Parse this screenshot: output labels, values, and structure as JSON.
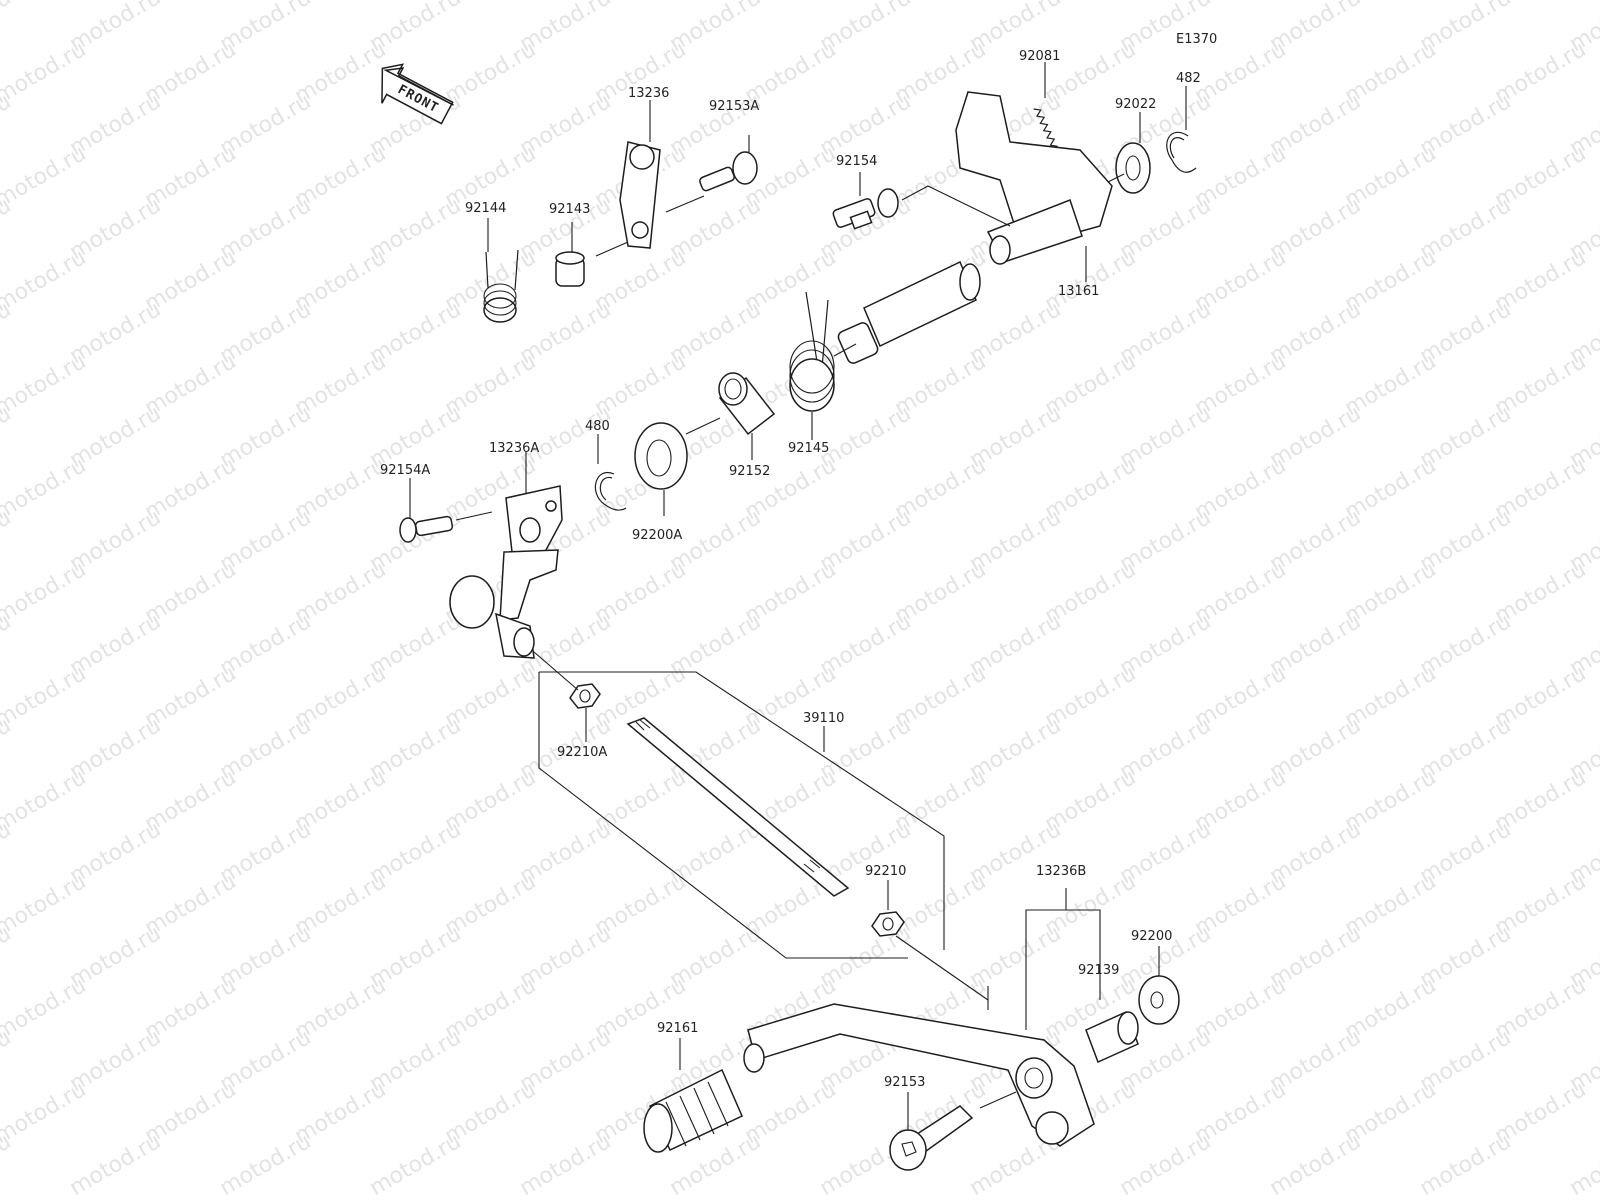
{
  "diagram": {
    "drawing_id": "E1370",
    "watermark_text": "motod.ru",
    "direction_arrow_text": "FRONT",
    "part_numbers": {
      "p13236": "13236",
      "p92153A": "92153A",
      "p92081": "92081",
      "p482": "482",
      "p92022": "92022",
      "p92144": "92144",
      "p92143": "92143",
      "p92154": "92154",
      "p13161": "13161",
      "p480": "480",
      "p13236A": "13236A",
      "p92154A": "92154A",
      "p92152": "92152",
      "p92145": "92145",
      "p92200A": "92200A",
      "p39110": "39110",
      "p92210A": "92210A",
      "p92210": "92210",
      "p13236B": "13236B",
      "p92200": "92200",
      "p92139": "92139",
      "p92161": "92161",
      "p92153": "92153"
    },
    "line_color": "#1d1d1d",
    "watermark_color": "#e3e3e3"
  }
}
